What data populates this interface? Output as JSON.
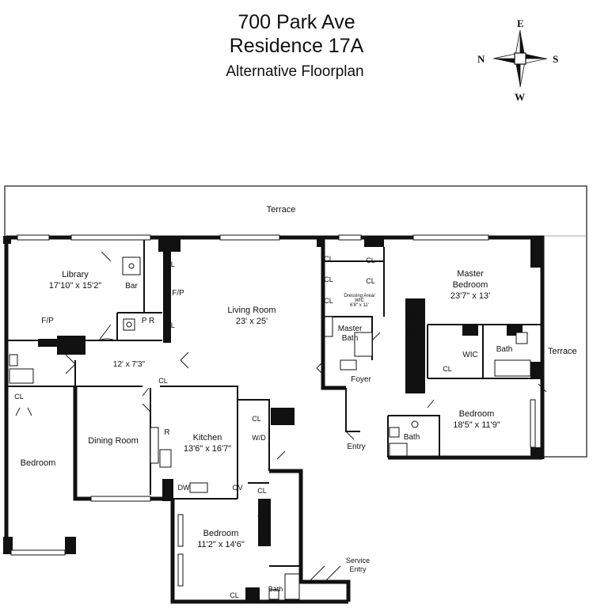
{
  "header": {
    "address": "700 Park Ave",
    "residence": "Residence 17A",
    "subtitle": "Alternative Floorplan"
  },
  "compass": {
    "north": "N",
    "south": "S",
    "east": "E",
    "west": "W"
  },
  "rooms": {
    "terrace_top": "Terrace",
    "terrace_right": "Terrace",
    "library_name": "Library",
    "library_dims": "17'10\" x 15'2\"",
    "bar": "Bar",
    "fp": "F/P",
    "pr": "P R",
    "living_name": "Living Room",
    "living_dims": "23' x 25'",
    "gallery_dims": "12' x 7'3\"",
    "master_name_1": "Master",
    "master_name_2": "Bedroom",
    "master_dims": "23'7\" x 13'",
    "dressing_1": "Dressing Area/",
    "dressing_2": "WIC",
    "dressing_dims": "6'8\" x 11'",
    "master_bath_1": "Master",
    "master_bath_2": "Bath",
    "wic": "WIC",
    "bath": "Bath",
    "foyer": "Foyer",
    "entry": "Entry",
    "bedroom_right_name": "Bedroom",
    "bedroom_right_dims": "18'5\" x 11'9\"",
    "dining": "Dining Room",
    "kitchen_name": "Kitchen",
    "kitchen_dims": "13'6\" x 16'7\"",
    "r": "R",
    "wd": "W/D",
    "dw": "DW",
    "ov": "OV",
    "bedroom_left": "Bedroom",
    "bedroom_bottom_name": "Bedroom",
    "bedroom_bottom_dims": "11'2\" x 14'6\"",
    "service_1": "Service",
    "service_2": "Entry",
    "cl": "CL"
  }
}
